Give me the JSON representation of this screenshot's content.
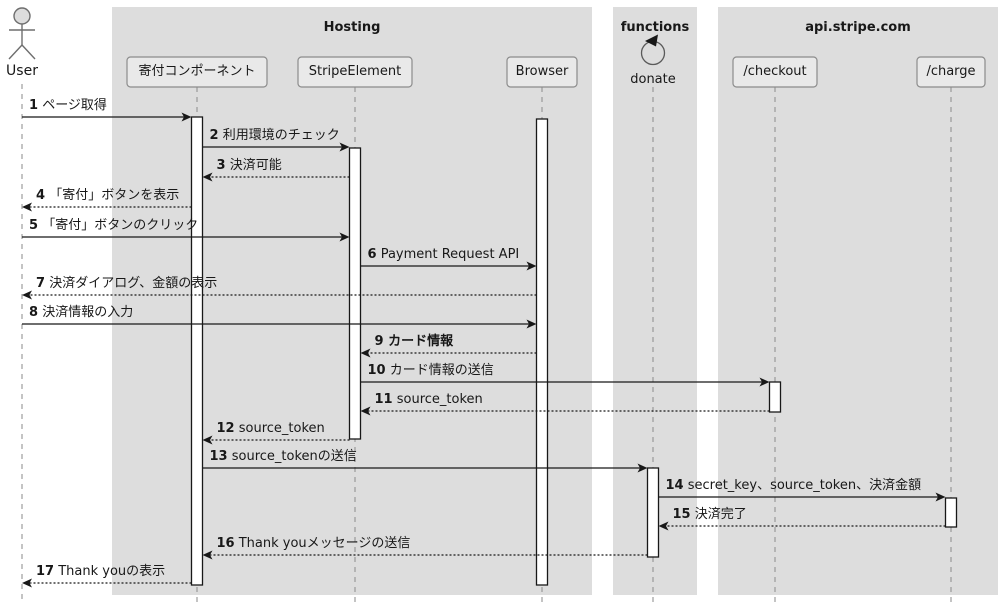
{
  "diagram": {
    "type": "sequence",
    "boxes": [
      {
        "id": "hosting",
        "label": "Hosting"
      },
      {
        "id": "functions",
        "label": "functions"
      },
      {
        "id": "api",
        "label": "api.stripe.com"
      }
    ],
    "participants": [
      {
        "id": "user",
        "label": "User",
        "type": "actor"
      },
      {
        "id": "component",
        "label": "寄付コンポーネント",
        "type": "participant",
        "box": "hosting"
      },
      {
        "id": "stripe",
        "label": "StripeElement",
        "type": "participant",
        "box": "hosting"
      },
      {
        "id": "browser",
        "label": "Browser",
        "type": "participant",
        "box": "hosting"
      },
      {
        "id": "donate",
        "label": "donate",
        "type": "control",
        "box": "functions"
      },
      {
        "id": "checkout",
        "label": "/checkout",
        "type": "participant",
        "box": "api"
      },
      {
        "id": "charge",
        "label": "/charge",
        "type": "participant",
        "box": "api"
      }
    ],
    "messages": [
      {
        "num": "1",
        "text": "ページ取得",
        "from": "user",
        "to": "component",
        "line": "solid",
        "bold": false
      },
      {
        "num": "2",
        "text": "利用環境のチェック",
        "from": "component",
        "to": "stripe",
        "line": "solid",
        "bold": false
      },
      {
        "num": "3",
        "text": "決済可能",
        "from": "stripe",
        "to": "component",
        "line": "dashed",
        "bold": false
      },
      {
        "num": "4",
        "text": "「寄付」ボタンを表示",
        "from": "component",
        "to": "user",
        "line": "dashed",
        "bold": false
      },
      {
        "num": "5",
        "text": "「寄付」ボタンのクリック",
        "from": "user",
        "to": "stripe",
        "line": "solid",
        "bold": false
      },
      {
        "num": "6",
        "text": "Payment Request API",
        "from": "stripe",
        "to": "browser",
        "line": "solid",
        "bold": false
      },
      {
        "num": "7",
        "text": "決済ダイアログ、金額の表示",
        "from": "browser",
        "to": "user",
        "line": "dashed",
        "bold": false
      },
      {
        "num": "8",
        "text": "決済情報の入力",
        "from": "user",
        "to": "browser",
        "line": "solid",
        "bold": false
      },
      {
        "num": "9",
        "text": "カード情報",
        "from": "browser",
        "to": "stripe",
        "line": "dashed",
        "bold": true
      },
      {
        "num": "10",
        "text": "カード情報の送信",
        "from": "stripe",
        "to": "checkout",
        "line": "solid",
        "bold": false
      },
      {
        "num": "11",
        "text": "source_token",
        "from": "checkout",
        "to": "stripe",
        "line": "dashed",
        "bold": false
      },
      {
        "num": "12",
        "text": "source_token",
        "from": "stripe",
        "to": "component",
        "line": "dashed",
        "bold": false
      },
      {
        "num": "13",
        "text": "source_tokenの送信",
        "from": "component",
        "to": "donate",
        "line": "solid",
        "bold": false
      },
      {
        "num": "14",
        "text": "secret_key、source_token、決済金額",
        "from": "donate",
        "to": "charge",
        "line": "solid",
        "bold": false
      },
      {
        "num": "15",
        "text": "決済完了",
        "from": "charge",
        "to": "donate",
        "line": "dashed",
        "bold": false
      },
      {
        "num": "16",
        "text": "Thank youメッセージの送信",
        "from": "donate",
        "to": "component",
        "line": "dashed",
        "bold": false
      },
      {
        "num": "17",
        "text": "Thank youの表示",
        "from": "component",
        "to": "user",
        "line": "dashed",
        "bold": false
      }
    ],
    "colors": {
      "box_bg": "#dddddd",
      "participant_bg": "#e9e9e9",
      "participant_border": "#8c8c8c",
      "line": "#181818",
      "lifeline": "#8a8a8a",
      "activation_bg": "#ffffff",
      "actor_head": "#dddddd"
    }
  }
}
